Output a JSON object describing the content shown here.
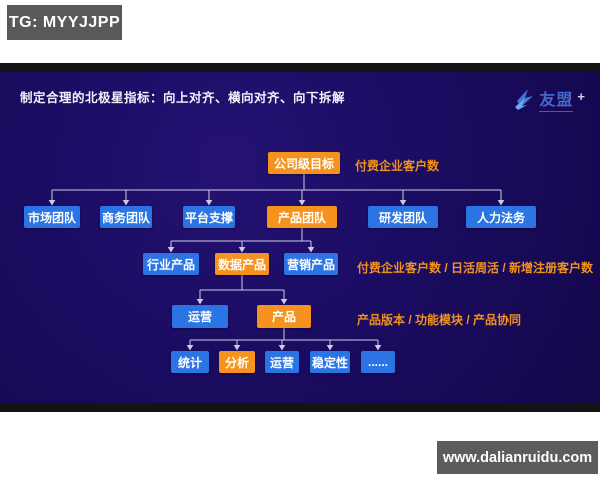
{
  "badges": {
    "tg": "TG: MYYJJPP",
    "site": "www.dalianruidu.com"
  },
  "slide": {
    "title": "制定合理的北极星指标：向上对齐、横向对齐、向下拆解",
    "logo": {
      "brand": "友盟",
      "plus": "+"
    }
  },
  "org_chart": {
    "nodes": [
      {
        "id": "company-goal",
        "label": "公司级目标",
        "color": "orange"
      },
      {
        "id": "market-team",
        "label": "市场团队",
        "color": "blue"
      },
      {
        "id": "business-team",
        "label": "商务团队",
        "color": "blue"
      },
      {
        "id": "platform-support",
        "label": "平台支撑",
        "color": "blue"
      },
      {
        "id": "product-team",
        "label": "产品团队",
        "color": "orange"
      },
      {
        "id": "rnd-team",
        "label": "研发团队",
        "color": "blue"
      },
      {
        "id": "hr-legal",
        "label": "人力法务",
        "color": "blue"
      },
      {
        "id": "industry-product",
        "label": "行业产品",
        "color": "blue"
      },
      {
        "id": "data-product",
        "label": "数据产品",
        "color": "orange"
      },
      {
        "id": "marketing-product",
        "label": "营销产品",
        "color": "blue"
      },
      {
        "id": "operations",
        "label": "运营",
        "color": "blue"
      },
      {
        "id": "product",
        "label": "产品",
        "color": "orange"
      },
      {
        "id": "statistics",
        "label": "统计",
        "color": "blue"
      },
      {
        "id": "analysis",
        "label": "分析",
        "color": "orange"
      },
      {
        "id": "operations-2",
        "label": "运营",
        "color": "blue"
      },
      {
        "id": "stability",
        "label": "稳定性",
        "color": "blue"
      },
      {
        "id": "more",
        "label": "......",
        "color": "blue"
      }
    ],
    "edges": [
      {
        "parent": "company-goal",
        "children": [
          "market-team",
          "business-team",
          "platform-support",
          "product-team",
          "rnd-team",
          "hr-legal"
        ]
      },
      {
        "parent": "product-team",
        "children": [
          "industry-product",
          "data-product",
          "marketing-product"
        ]
      },
      {
        "parent": "data-product",
        "children": [
          "operations",
          "product"
        ]
      },
      {
        "parent": "product",
        "children": [
          "statistics",
          "analysis",
          "operations-2",
          "stability",
          "more"
        ]
      }
    ],
    "annotations": [
      {
        "id": "goal-metric",
        "text": "付费企业客户数"
      },
      {
        "id": "product-line-metrics",
        "text": "付费企业客户数 / 日活周活 / 新增注册客户数"
      },
      {
        "id": "product-metrics",
        "text": "产品版本 / 功能模块 / 产品协同"
      }
    ],
    "colors": {
      "orange": "#F6921E",
      "blue": "#2B74E4",
      "line": "#C9CDE2"
    }
  }
}
